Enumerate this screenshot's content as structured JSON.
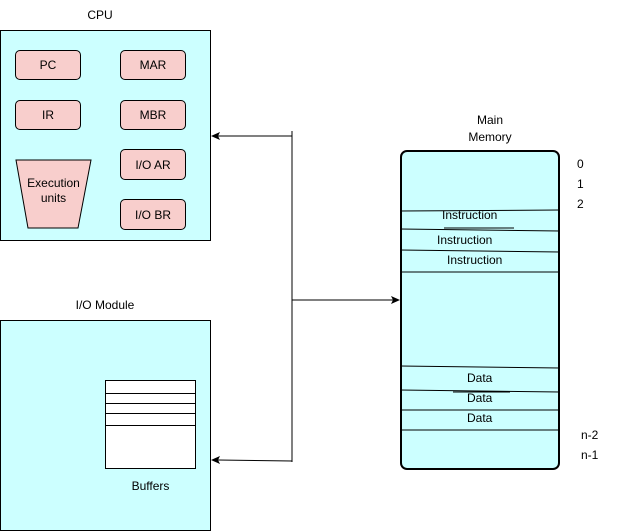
{
  "cpu": {
    "title": "CPU",
    "registers": {
      "pc": "PC",
      "mar": "MAR",
      "ir": "IR",
      "mbr": "MBR",
      "io_ar": "I/O AR",
      "io_br": "I/O BR"
    },
    "execution_units": [
      "Execution",
      "units"
    ]
  },
  "io_module": {
    "title": "I/O Module",
    "buffers_label": "Buffers"
  },
  "memory": {
    "title": [
      "Main",
      "Memory"
    ],
    "addresses_top": [
      "0",
      "1",
      "2"
    ],
    "addresses_bottom": [
      "n-2",
      "n-1"
    ],
    "instructions": [
      "Instruction",
      "Instruction",
      "Instruction"
    ],
    "data": [
      "Data",
      "Data",
      "Data"
    ]
  },
  "colors": {
    "box_fill": "#ccffff",
    "register_fill": "#f8cecc"
  }
}
